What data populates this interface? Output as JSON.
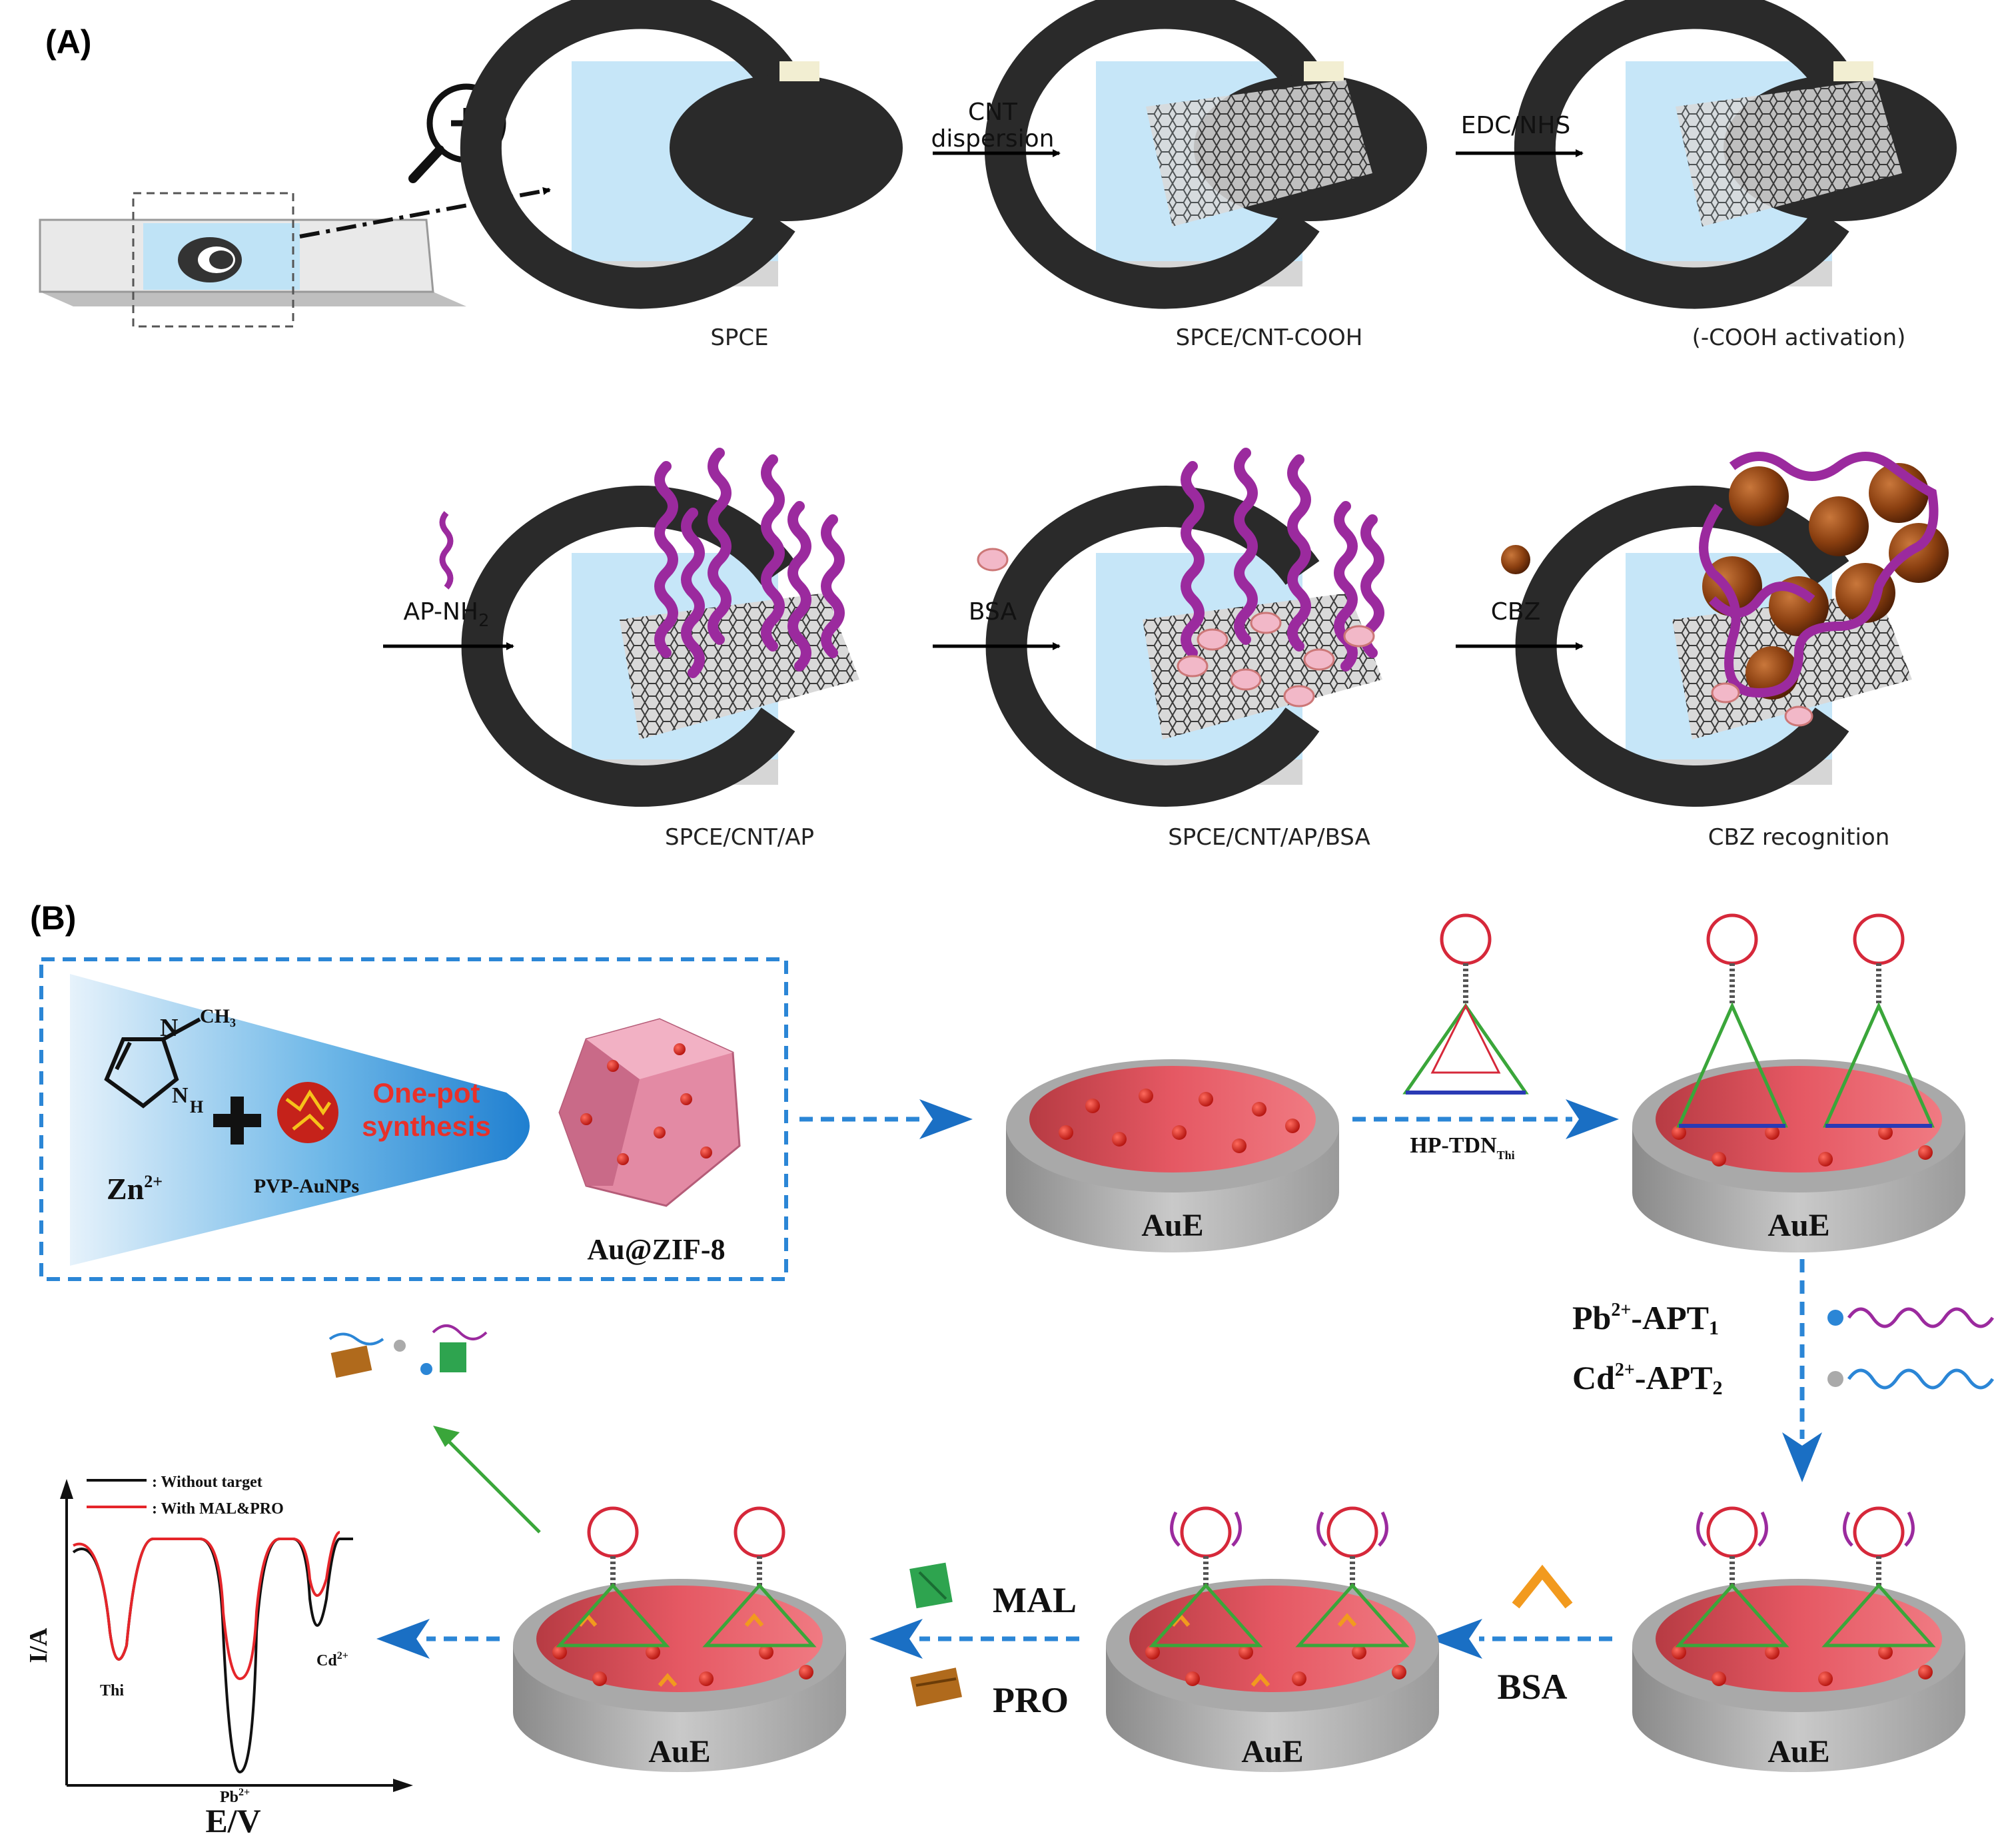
{
  "panel_a": {
    "label": "(A)",
    "captions": [
      "SPCE",
      "SPCE/CNT-COOH",
      "(-COOH activation)",
      "SPCE/CNT/AP",
      "SPCE/CNT/AP/BSA",
      "CBZ recognition"
    ],
    "steps": {
      "cnt_line1": "CNT",
      "cnt_line2": "dispersion",
      "edc": "EDC/NHS",
      "ap": "AP-NH",
      "ap_sub": "2",
      "bsa": "BSA",
      "cbz": "CBZ"
    }
  },
  "panel_b": {
    "label": "(B)",
    "ch3": "CH₃",
    "n1": "N",
    "n2": "N",
    "h": "H",
    "zn": "Zn",
    "zn_sup": "2+",
    "pvp": "PVP-AuNPs",
    "one_pot_line1": "One-pot",
    "one_pot_line2": "synthesis",
    "au_zif": "Au@ZIF-8",
    "electrode_label": "AuE",
    "hp": "HP-TDN",
    "hp_sub": "Thi",
    "pb_apt": "Pb",
    "pb_sup": "2+",
    "pb_rest": "-APT",
    "pb_sub": "1",
    "cd_apt": "Cd",
    "cd_sup": "2+",
    "cd_rest": "-APT",
    "cd_sub": "2",
    "bsa": "BSA",
    "mal": "MAL",
    "pro": "PRO",
    "legend_without": ": Without target",
    "legend_with": ": With MAL&PRO",
    "ylabel": "I/A",
    "xlabel": "E/V",
    "peak_thi": "Thi",
    "peak_pb": "Pb",
    "peak_pb_sup": "2+",
    "peak_cd": "Cd",
    "peak_cd_sup": "2+"
  },
  "colors": {
    "aptamer_purple": "#9b2a9e",
    "arrow_blue": "#1a6fc4",
    "dash_blue": "#2b86d6",
    "electrode_red": "#e0474f",
    "bsa_orange": "#f29a1e",
    "hairpin_red": "#d6283a",
    "green_arrow": "#3aa63a"
  }
}
